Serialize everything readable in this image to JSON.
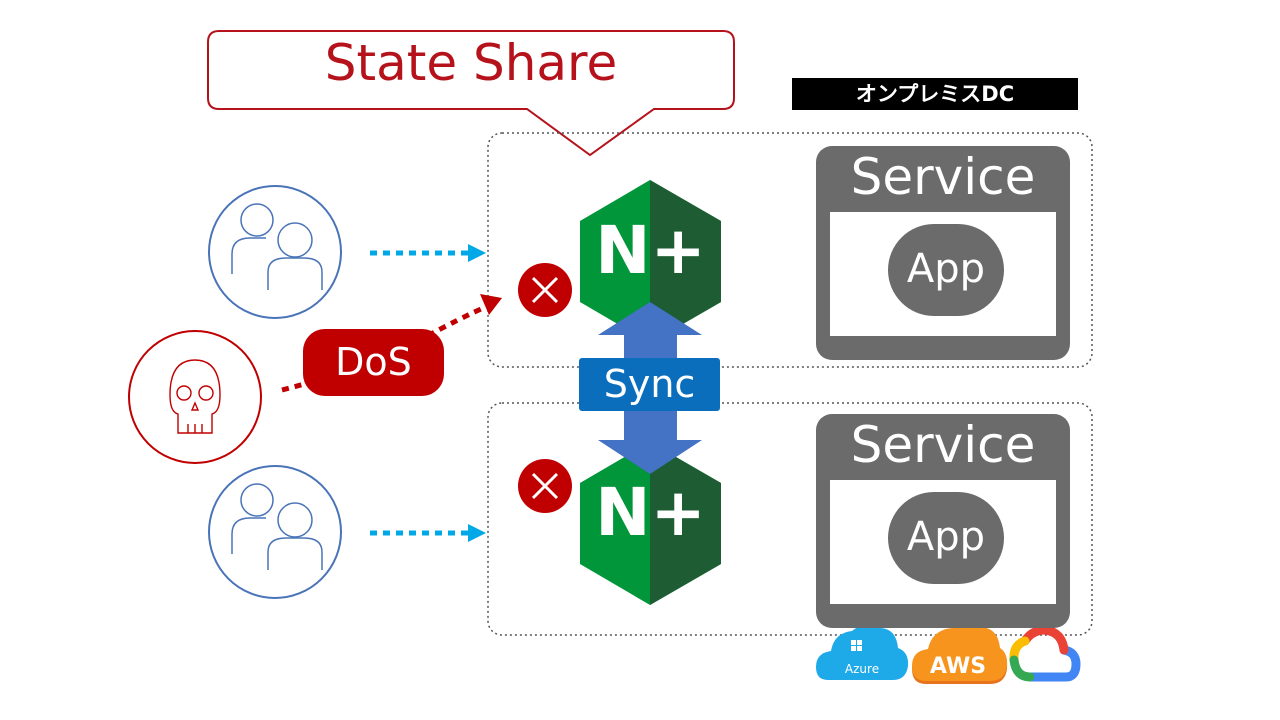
{
  "callout": {
    "text": "State Share"
  },
  "datacenter": {
    "label": "オンプレミスDC"
  },
  "services": [
    {
      "title": "Service",
      "app": "App"
    },
    {
      "title": "Service",
      "app": "App"
    }
  ],
  "sync": {
    "label": "Sync"
  },
  "dos": {
    "label": "DoS"
  },
  "nginx": {
    "logo_text": "N+"
  },
  "clouds": {
    "azure": "Azure",
    "aws": "AWS"
  },
  "colors": {
    "callout_red": "#b5121b",
    "nginx_green": "#009639",
    "nginx_dark": "#1e5d33",
    "sync_blue": "#0a6ebd",
    "arrow_blue": "#4472c4",
    "dashed_cyan": "#00a8e8",
    "dos_red": "#c00000",
    "service_gray": "#6b6b6b"
  },
  "icons": [
    "users-icon",
    "skull-icon",
    "block-x-icon",
    "nginx-plus-logo",
    "azure-logo",
    "aws-logo",
    "google-cloud-logo"
  ]
}
